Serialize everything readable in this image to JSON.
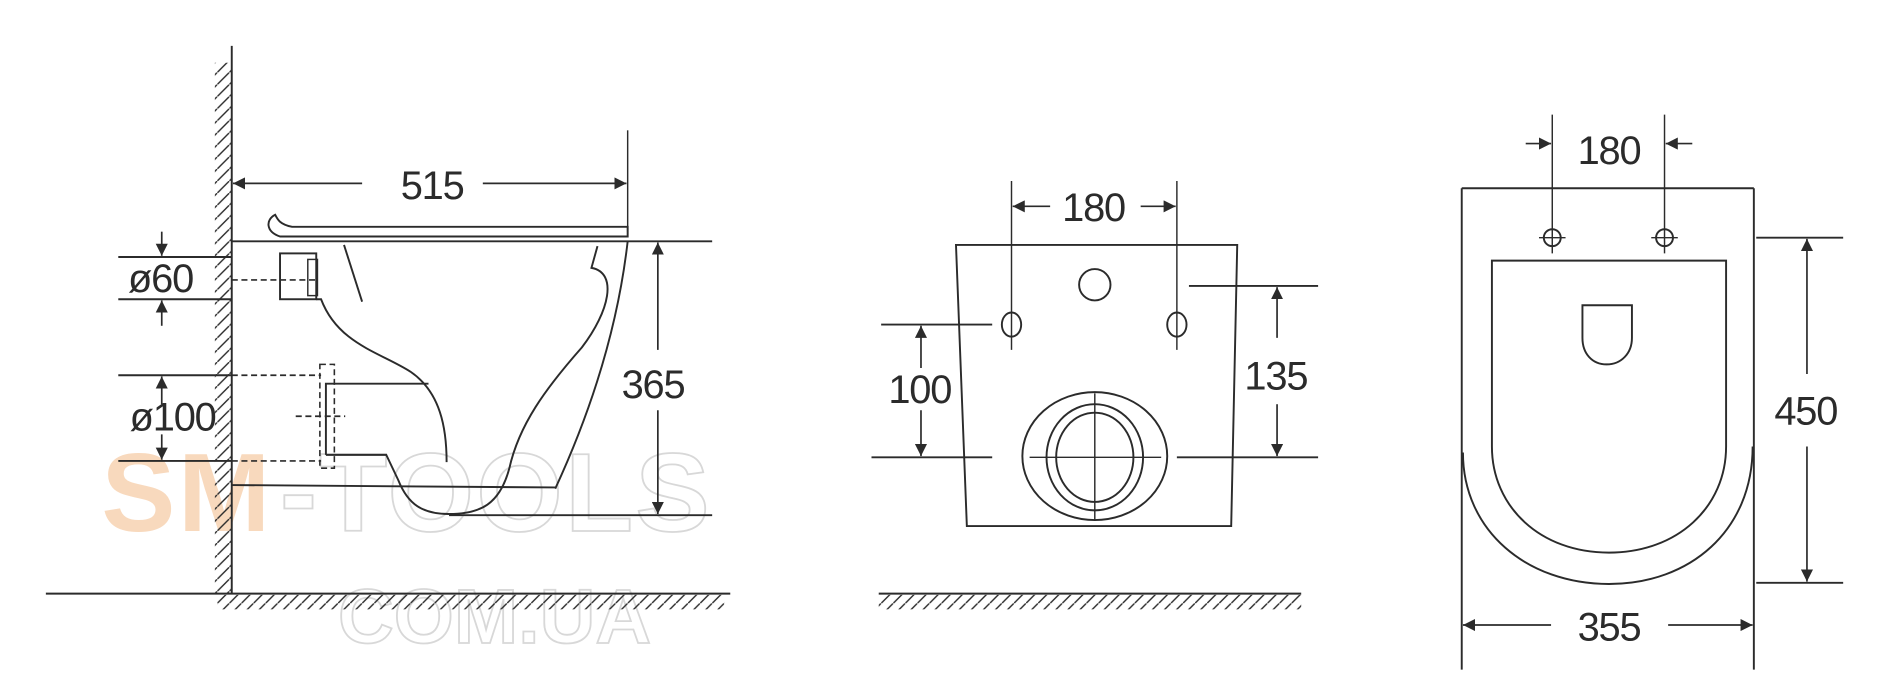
{
  "side_view": {
    "depth": "515",
    "inlet_diameter": "ø60",
    "outlet_diameter": "ø100",
    "height": "365"
  },
  "rear_view": {
    "bolt_spacing": "180",
    "outlet_height": "100",
    "bolt_height": "135"
  },
  "top_view": {
    "bolt_spacing": "180",
    "length": "450",
    "width": "355"
  },
  "watermark": {
    "line1_a": "SM",
    "line1_b": "-TOOLS",
    "line2": "COM.UA",
    "accent_color": "#f8d9bd"
  }
}
